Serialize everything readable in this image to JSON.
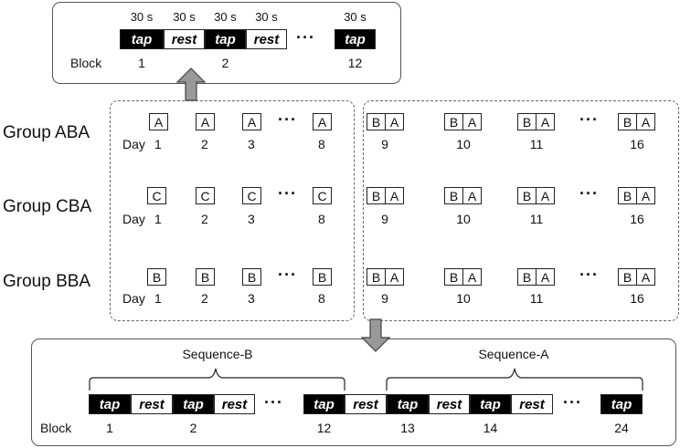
{
  "top_panel": {
    "durations": [
      "30 s",
      "30 s",
      "30 s",
      "30 s",
      "30 s"
    ],
    "cells": [
      "tap",
      "rest",
      "tap",
      "rest",
      "tap"
    ],
    "block_label": "Block",
    "block_numbers": [
      "1",
      "2",
      "12"
    ],
    "ellipsis": "···"
  },
  "groups": [
    {
      "label": "Group ABA",
      "early_letter": "A",
      "pair_letters": [
        "B",
        "A"
      ]
    },
    {
      "label": "Group CBA",
      "early_letter": "C",
      "pair_letters": [
        "B",
        "A"
      ]
    },
    {
      "label": "Group BBA",
      "early_letter": "B",
      "pair_letters": [
        "B",
        "A"
      ]
    }
  ],
  "day_label": "Day",
  "early_days": [
    "1",
    "2",
    "3",
    "8"
  ],
  "late_days": [
    "9",
    "10",
    "11",
    "16"
  ],
  "ellipsis": "···",
  "bottom_panel": {
    "sequence_b_label": "Sequence-B",
    "sequence_a_label": "Sequence-A",
    "cells": [
      "tap",
      "rest",
      "tap",
      "rest",
      "tap",
      "rest",
      "tap",
      "rest",
      "tap",
      "rest",
      "tap"
    ],
    "block_label": "Block",
    "block_numbers": [
      "1",
      "2",
      "12",
      "13",
      "14",
      "24"
    ],
    "ellipsis": "···"
  }
}
